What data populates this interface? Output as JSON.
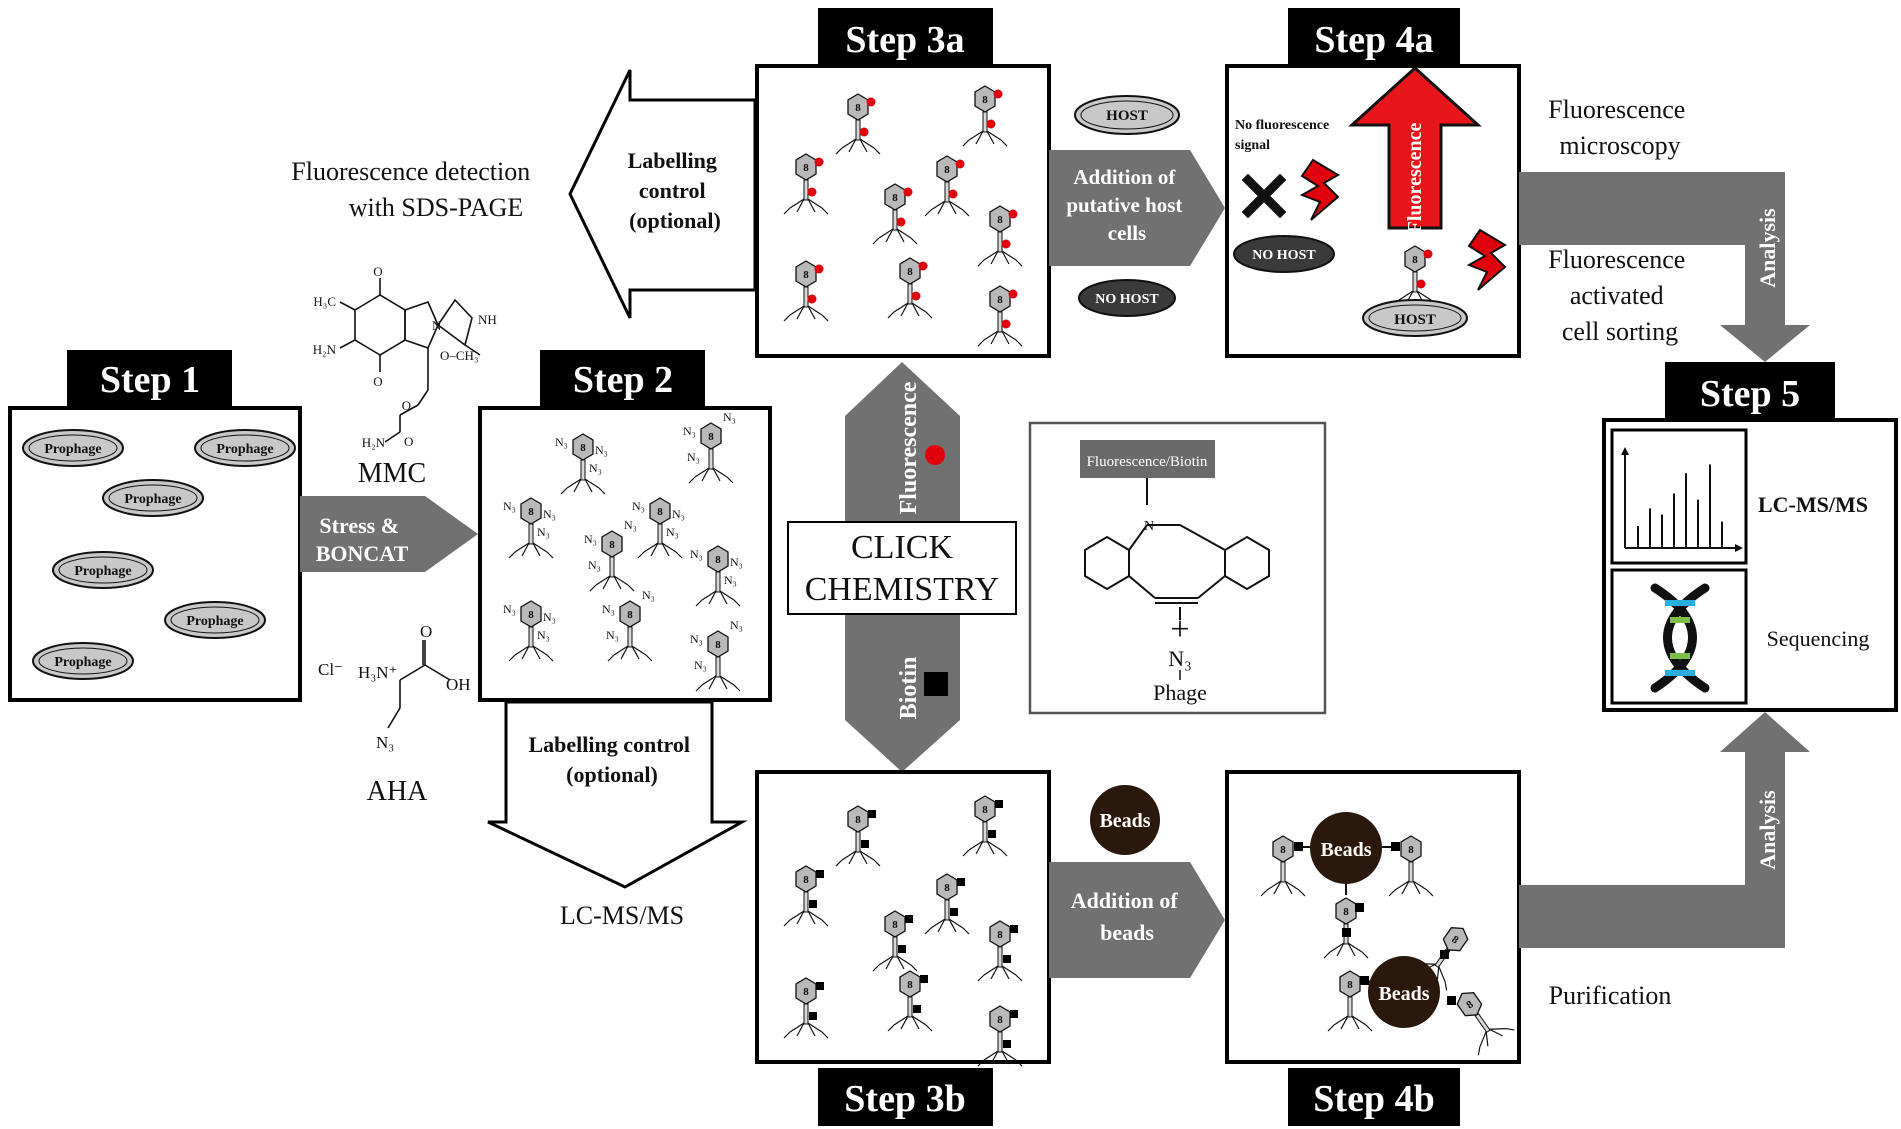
{
  "steps": {
    "step1": "Step 1",
    "step2": "Step 2",
    "step3a": "Step 3a",
    "step3b": "Step 3b",
    "step4a": "Step 4a",
    "step4b": "Step 4b",
    "step5": "Step 5"
  },
  "step1_box": {
    "prophage_label": "Prophage",
    "prophage_count": 6
  },
  "arrows": {
    "stress": [
      "Stress &",
      "BONCAT"
    ],
    "labelling_top": [
      "Labelling",
      "control",
      "(optional)"
    ],
    "labelling_bottom": [
      "Labelling control",
      "(optional)"
    ],
    "addition_host": [
      "Addition of",
      "putative host",
      "cells"
    ],
    "addition_beads": [
      "Addition of",
      "beads"
    ],
    "fluorescence_vertical": "Fluorescence",
    "biotin_vertical": "Biotin",
    "analysis_top": "Analysis",
    "analysis_bottom": "Analysis"
  },
  "labels": {
    "fluorescence_detection": [
      "Fluorescence detection",
      "with SDS-PAGE"
    ],
    "mmc": "MMC",
    "aha": "AHA",
    "lcms_bottom": "LC-MS/MS",
    "click_chemistry": [
      "CLICK",
      "CHEMISTRY"
    ],
    "host": "HOST",
    "no_host": "NO HOST",
    "beads": "Beads",
    "fluorescence_microscopy": [
      "Fluorescence",
      "microscopy"
    ],
    "facs": [
      "Fluorescence",
      "activated",
      "cell sorting"
    ],
    "purification": "Purification"
  },
  "mmc_structure": {
    "h3c": "H₃C",
    "h2n": "H₂N",
    "o_top": "O",
    "o_bottom": "O",
    "nh": "NH",
    "och3": "O–CH₃",
    "n": "N",
    "carbamate_o1": "O",
    "carbamate_o2": "O",
    "carbamate_nh2": "H₂N"
  },
  "aha_structure": {
    "cl": "Cl⁻",
    "h3n": "H₃N⁺",
    "oh": "OH",
    "o": "O",
    "n3": "N₃"
  },
  "step4a_box": {
    "no_signal": [
      "No fluorescence",
      "signal"
    ],
    "fluorescence_arrow": "Fluorescence",
    "no_host": "NO HOST",
    "host": "HOST"
  },
  "click_box": {
    "tag_label": "Fluorescence/Biotin",
    "n_atom": "N",
    "plus": "+",
    "n3": "N₃",
    "phage": "Phage"
  },
  "step5_box": {
    "lcms": "LC-MS/MS",
    "sequencing": "Sequencing",
    "spectrum_peaks": [
      0.25,
      0.45,
      0.38,
      0.62,
      0.85,
      0.55,
      0.95,
      0.3
    ]
  },
  "n3_label": "N₃",
  "colors": {
    "arrow_fill": "#717171",
    "label_box": "#000000",
    "red_dot": "#e0000d",
    "red_arrow": "#e8161b",
    "beads": "#2b180c",
    "prophage_fill": "#c8c8c8",
    "dna_blue": "#2aaee0",
    "dna_green": "#7fbf4a"
  }
}
